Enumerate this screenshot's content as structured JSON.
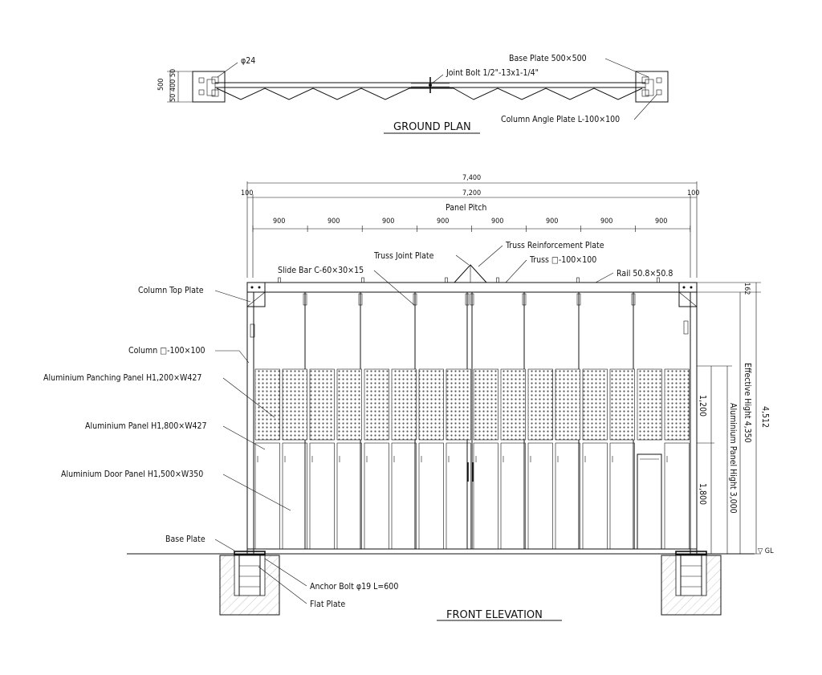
{
  "ground_plan": {
    "title": "GROUND PLAN",
    "hole_dia": "φ24",
    "joint_bolt": "Joint Bolt 1/2\"-13x1-1/4\"",
    "base_plate": "Base Plate 500×500",
    "column_angle_plate": "Column Angle Plate L-100×100",
    "dim_500": "500",
    "dim_50_400_50": "50 400 50"
  },
  "front_elevation": {
    "title": "FRONT ELEVATION",
    "overall_width": "7,400",
    "inner_width": "7,200",
    "end_offset": "100",
    "panel_pitch_label": "Panel Pitch",
    "panel_pitch_values": [
      "900",
      "900",
      "900",
      "900",
      "900",
      "900",
      "900",
      "900"
    ],
    "labels": {
      "truss_reinforcement_plate": "Truss Reinforcement Plate",
      "truss_joint_plate": "Truss Joint Plate",
      "truss": "Truss □-100×100",
      "slide_bar": "Slide Bar C-60×30×15",
      "rail": "Rail 50.8×50.8",
      "column_top_plate": "Column Top Plate",
      "column": "Column □-100×100",
      "punching_panel": "Aluminium Panching Panel H1,200×W427",
      "aluminium_panel": "Aluminium Panel H1,800×W427",
      "door_panel": "Aluminium Door Panel H1,500×W350",
      "base_plate": "Base Plate",
      "anchor_bolt": "Anchor Bolt φ19 L=600",
      "flat_plate": "Flat Plate",
      "gl": "▽ GL"
    },
    "vertical_dims": {
      "top_162": "162",
      "total_4512": "4,512",
      "effective_height": "Effective Hight 4,350",
      "panel_height": "Aluminium Panel Hight 3,000",
      "upper_1200": "1,200",
      "lower_1800": "1,800"
    }
  }
}
